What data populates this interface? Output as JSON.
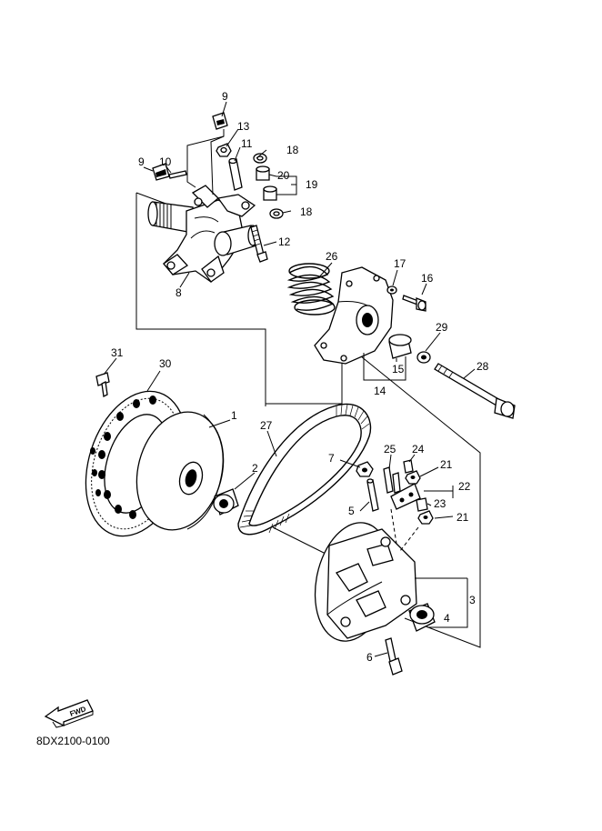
{
  "drawing_code": "8DX2100-0100",
  "fwd_label": "FWD",
  "callouts": {
    "c1": "1",
    "c2": "2",
    "c3": "3",
    "c4": "4",
    "c5": "5",
    "c6": "6",
    "c7": "7",
    "c8": "8",
    "c9a": "9",
    "c9b": "9",
    "c10": "10",
    "c11": "11",
    "c12": "12",
    "c13": "13",
    "c14": "14",
    "c15": "15",
    "c16": "16",
    "c17": "17",
    "c18a": "18",
    "c18b": "18",
    "c19": "19",
    "c20": "20",
    "c21a": "21",
    "c21b": "21",
    "c22": "22",
    "c23": "23",
    "c24": "24",
    "c25": "25",
    "c26": "26",
    "c27": "27",
    "c28": "28",
    "c29": "29",
    "c30": "30",
    "c31": "31"
  }
}
